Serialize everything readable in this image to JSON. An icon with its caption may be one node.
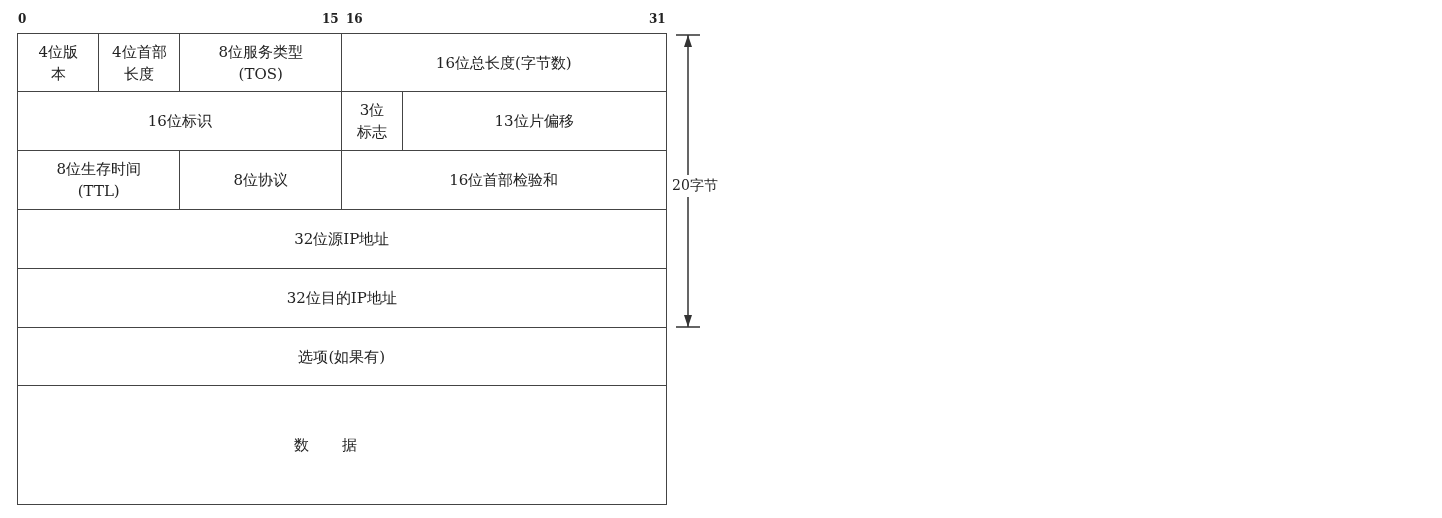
{
  "diagram": {
    "nodes": [
      {
        "text": [
          "4位版本"
        ]
      },
      {
        "text": [
          "4位首部长度"
        ]
      },
      {
        "text": [
          "8位服务类型(TOS)"
        ]
      },
      {
        "text": [
          "16位总长度(字节数)"
        ]
      },
      {
        "text": [
          "16位标识"
        ]
      },
      {
        "text": [
          "3位标志"
        ]
      },
      {
        "text": [
          "13位片偏移"
        ]
      },
      {
        "text": [
          "8位生存时间(TTL)"
        ]
      },
      {
        "text": [
          "8位协议"
        ]
      },
      {
        "text": [
          "16位首部检验和"
        ]
      },
      {
        "text": [
          "32位源IP地址"
        ]
      },
      {
        "text": [
          "32位目的IP地址"
        ]
      },
      {
        "text": [
          "选项(如果有)"
        ]
      },
      {
        "text": [
          "数据"
        ]
      }
    ],
    "edges": [],
    "labels": [
      "0",
      "15",
      "16",
      "31",
      "20字节"
    ]
  }
}
